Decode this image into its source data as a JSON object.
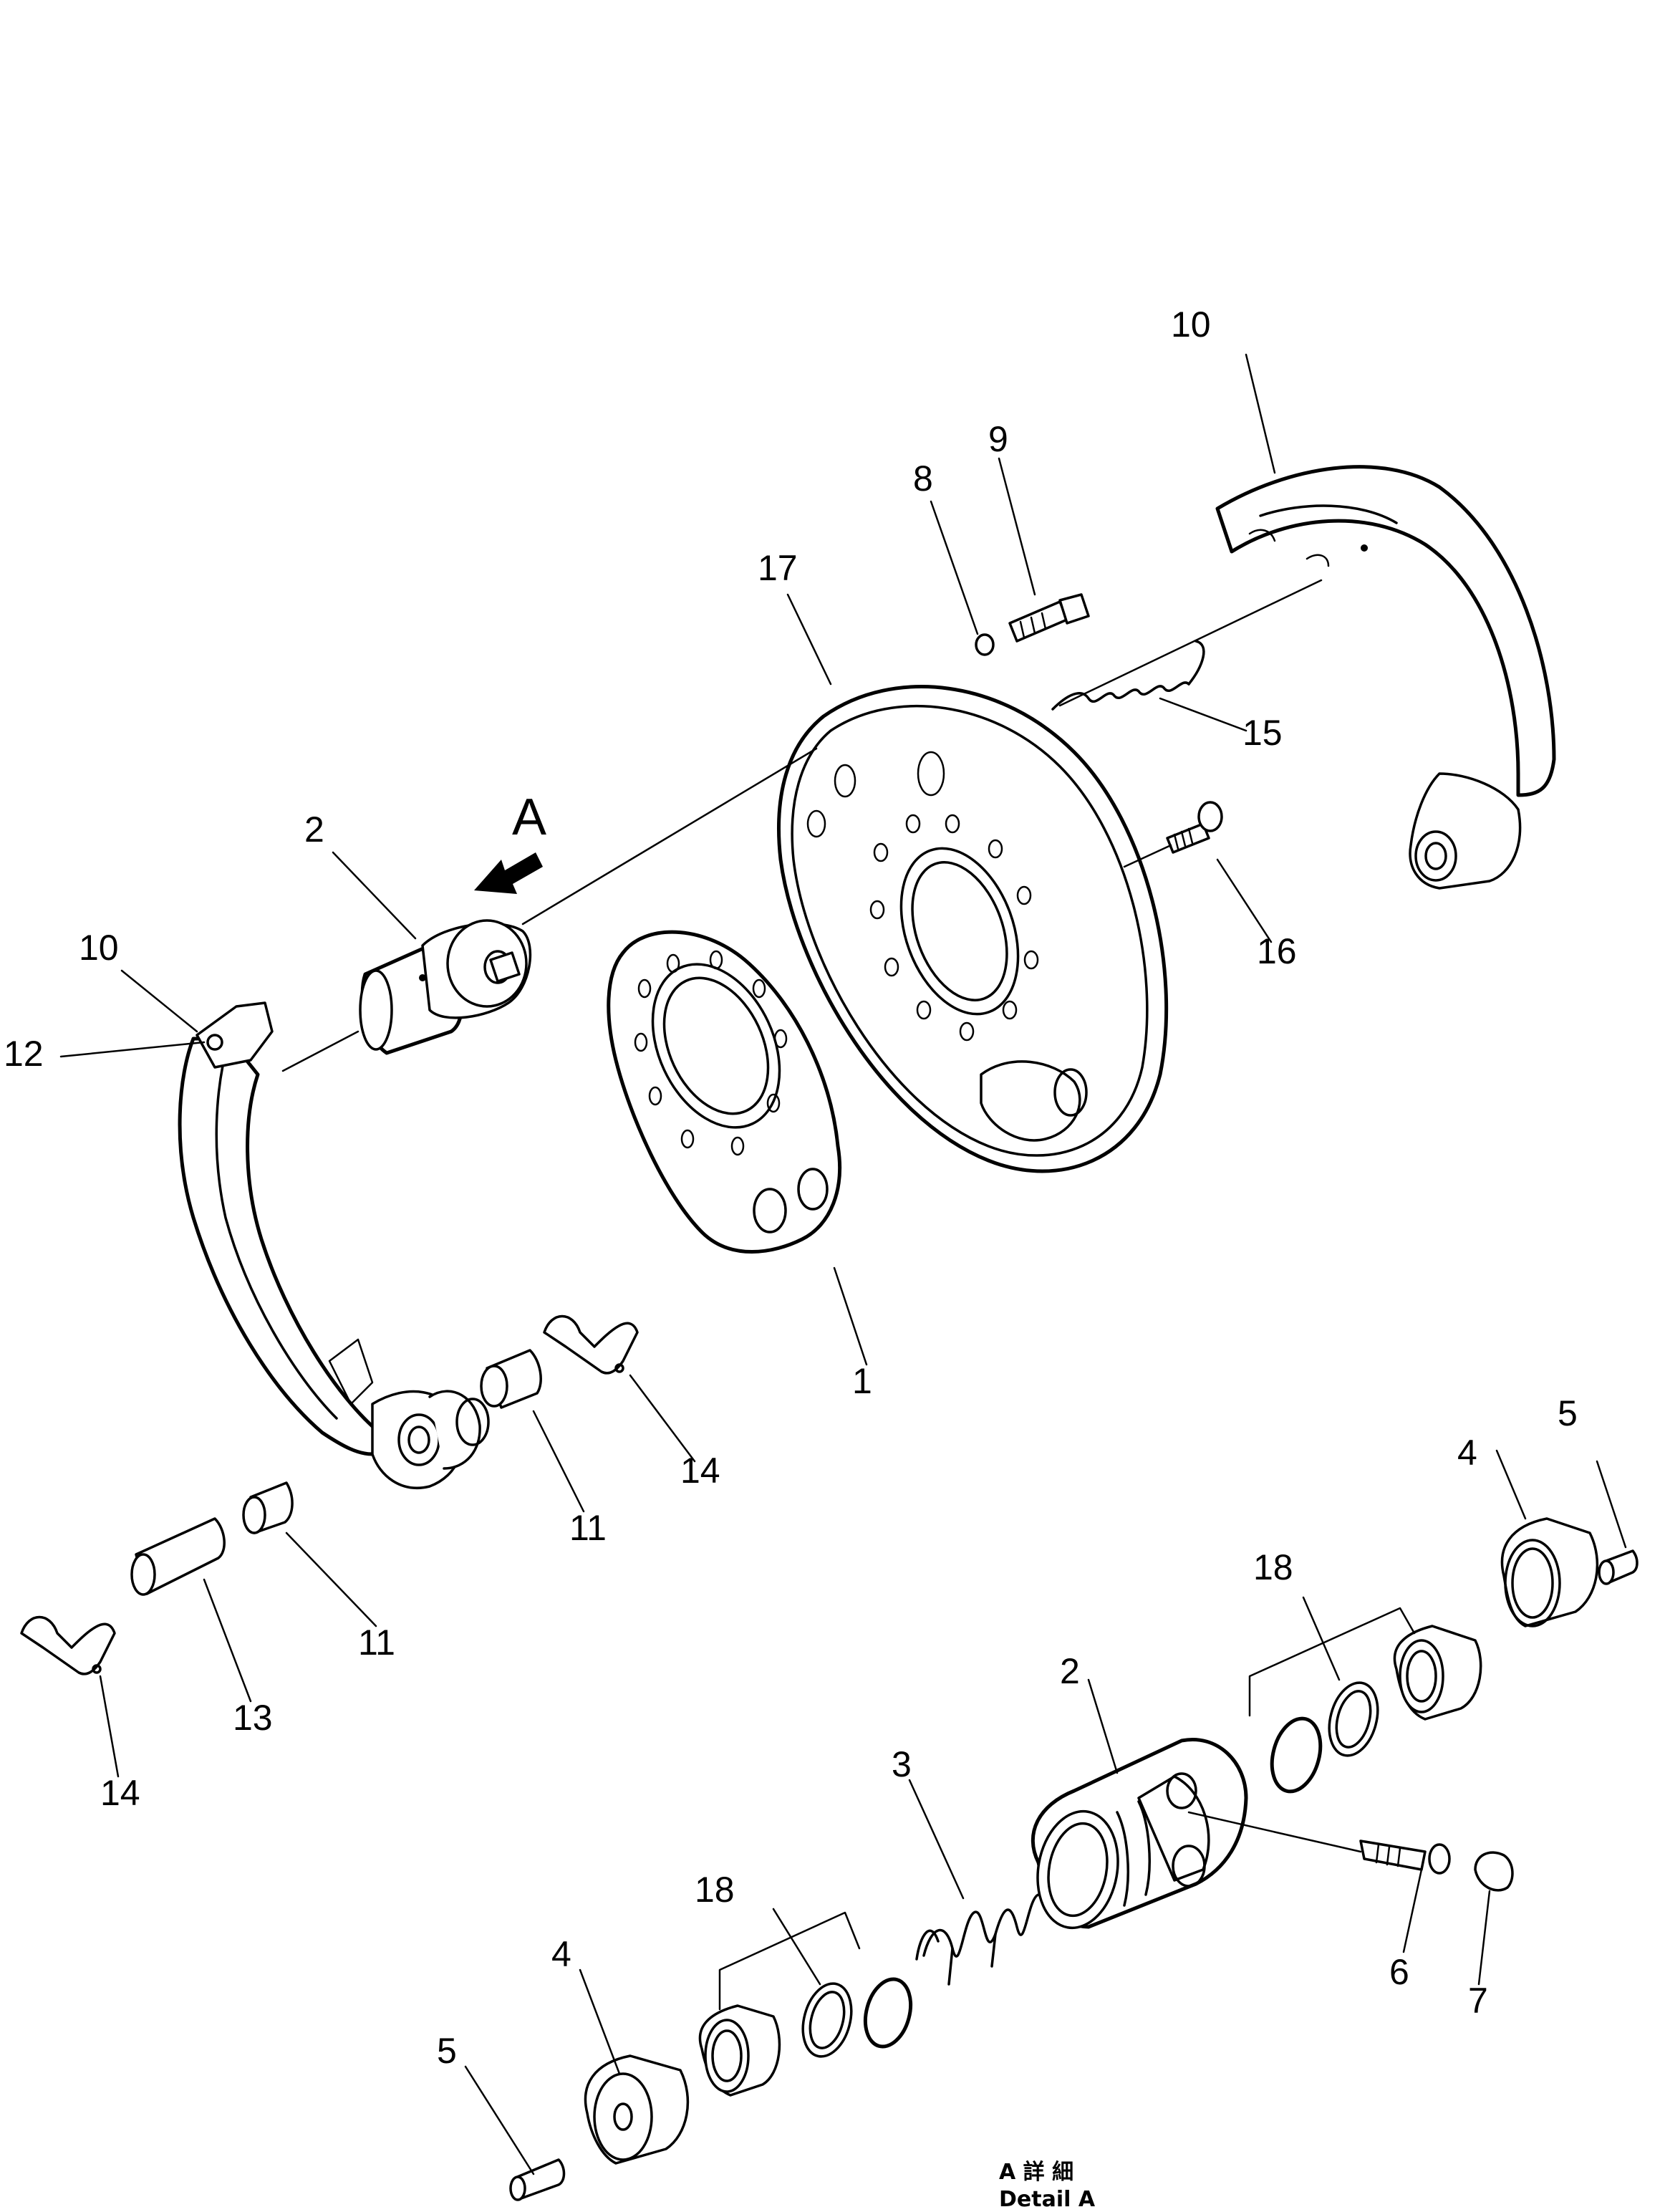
{
  "part_numbers": {
    "p1": "1",
    "p2_top": "2",
    "p2_detail": "2",
    "p3": "3",
    "p4_right": "4",
    "p4_left": "4",
    "p5_right": "5",
    "p5_left": "5",
    "p6": "6",
    "p7": "7",
    "p8": "8",
    "p9": "9",
    "p10_top": "10",
    "p10_left": "10",
    "p11_upper": "11",
    "p11_lower": "11",
    "p12": "12",
    "p13": "13",
    "p14_upper": "14",
    "p14_lower": "14",
    "p15": "15",
    "p16": "16",
    "p17": "17",
    "p18_upper": "18",
    "p18_lower": "18"
  },
  "view_marker": "A",
  "caption": {
    "japanese": "A 詳 細",
    "english": "Detail A"
  }
}
